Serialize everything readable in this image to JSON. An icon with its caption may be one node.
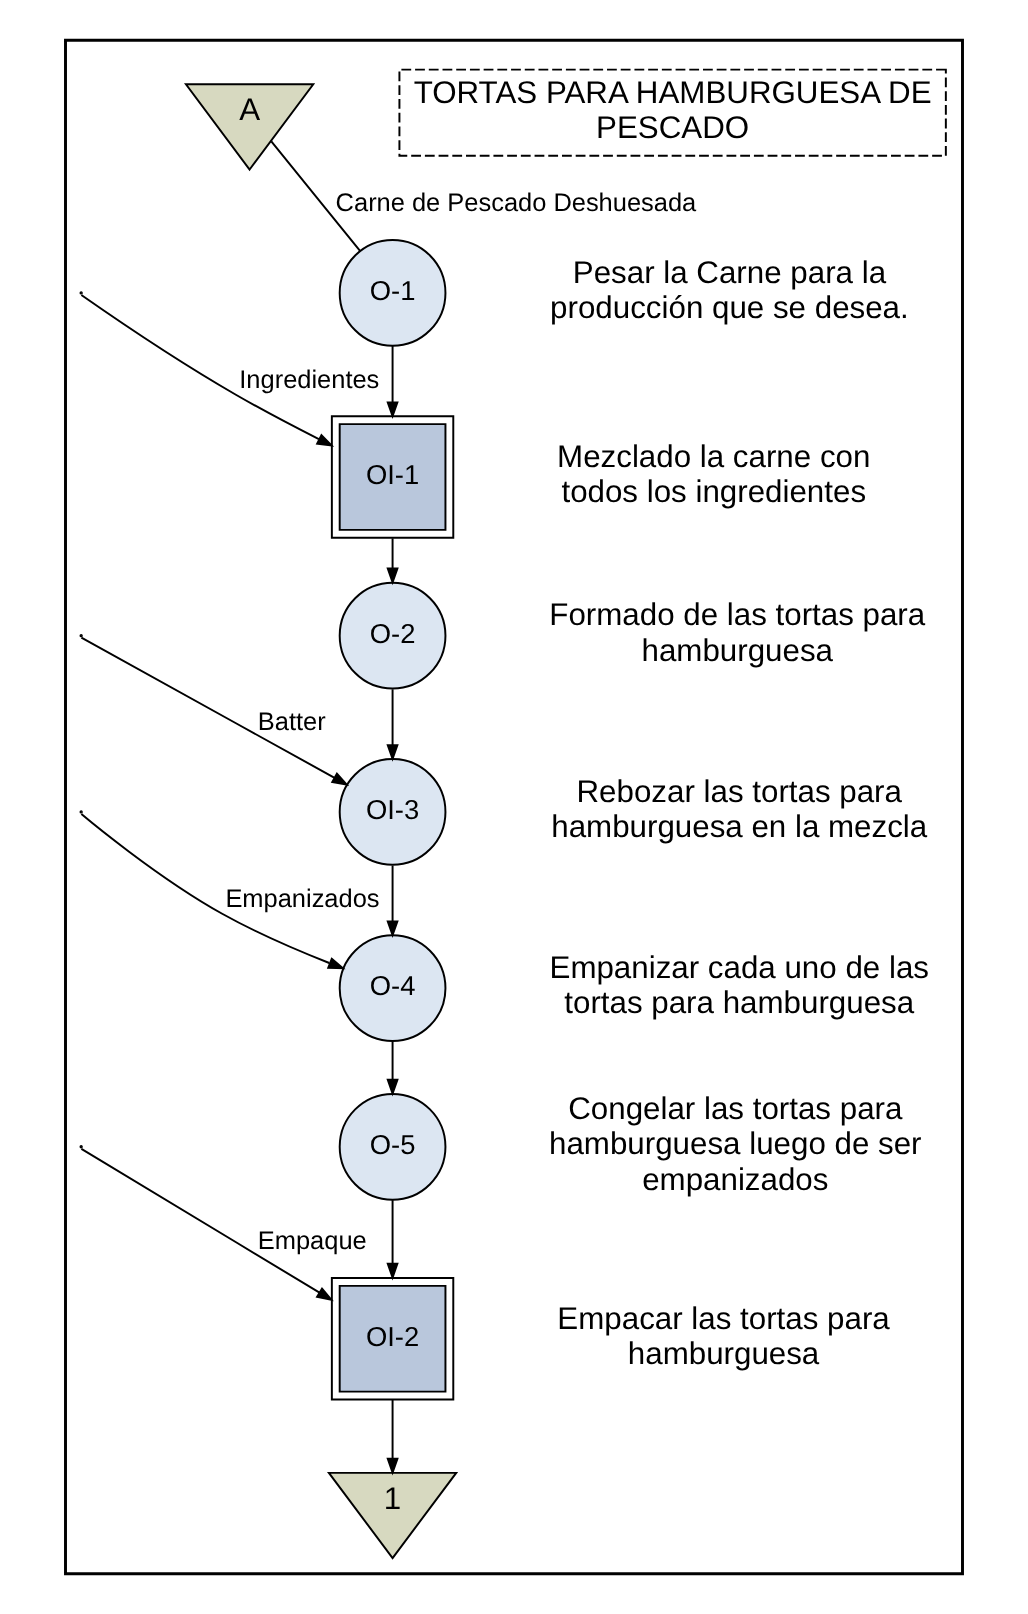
{
  "diagram": {
    "nodes": [
      {
        "text": [],
        "shape": "box"
      },
      {
        "text": [
          "TORTAS PARA HAMBURGUESA DE PESCADO"
        ],
        "in": 0
      },
      {
        "text": [
          "A"
        ],
        "in": 0
      },
      {
        "text": [
          "O-1"
        ],
        "in": 0,
        "beside": [
          "Pesar la Carne para la producción que se desea."
        ]
      },
      {
        "text": [
          "OI-1"
        ],
        "in": 0,
        "beside": [
          "Mezclado la carne con todos los ingredientes"
        ]
      },
      {
        "text": [
          "O-2"
        ],
        "in": 0,
        "beside": [
          "Formado de las tortas para hamburguesa"
        ]
      },
      {
        "text": [
          "OI-3"
        ],
        "in": 0,
        "beside": [
          "Rebozar las tortas para hamburguesa en la mezcla"
        ]
      },
      {
        "text": [
          "O-4"
        ],
        "in": 0,
        "beside": [
          "Empanizar cada uno de las tortas para hamburguesa"
        ]
      },
      {
        "text": [
          "O-5"
        ],
        "in": 0,
        "beside": [
          "Congelar las tortas para hamburguesa luego de ser empanizados"
        ]
      },
      {
        "text": [
          "OI-2"
        ],
        "in": 0,
        "beside": [
          "Empacar las tortas para hamburguesa"
        ]
      },
      {
        "text": [
          "1"
        ],
        "in": 0
      }
    ],
    "edges": [
      {
        "from": 2,
        "to": 3,
        "arrow": "none",
        "label": "Carne de Pescado Deshuesada"
      },
      {
        "from": 3,
        "to": 4,
        "arrow": "to"
      },
      {
        "from": null,
        "to": 4,
        "arrow": "to",
        "label": "Ingredientes"
      },
      {
        "from": 4,
        "to": 5,
        "arrow": "to"
      },
      {
        "from": 5,
        "to": 6,
        "arrow": "to"
      },
      {
        "from": null,
        "to": 6,
        "arrow": "to",
        "label": "Batter"
      },
      {
        "from": 6,
        "to": 7,
        "arrow": "to"
      },
      {
        "from": null,
        "to": 7,
        "arrow": "to",
        "label": "Empanizados"
      },
      {
        "from": 7,
        "to": 8,
        "arrow": "to"
      },
      {
        "from": 8,
        "to": 9,
        "arrow": "to"
      },
      {
        "from": null,
        "to": 9,
        "arrow": "to",
        "label": "Empaque"
      },
      {
        "from": 9,
        "to": 10,
        "arrow": "to"
      }
    ]
  }
}
